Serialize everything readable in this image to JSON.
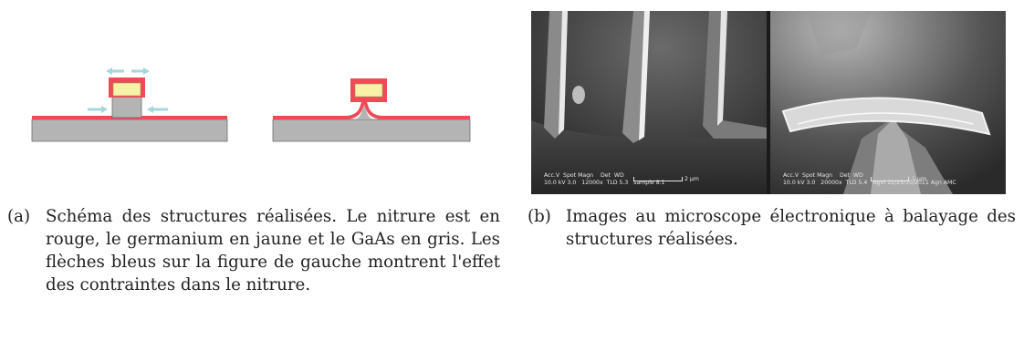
{
  "figure_a": {
    "label": "(a)",
    "caption": "Schéma des structures réalisées. Le nitrure est en rouge, le germanium en jaune et le GaAs en gris. Les flèches bleus sur la figure de gauche montrent l'effet des contraintes dans le nitrure.",
    "colors": {
      "nitride": "#f04a56",
      "germanium": "#f7f2a8",
      "gaas": "#b4b4b4",
      "arrows": "#a6d7dd"
    }
  },
  "figure_b": {
    "label": "(b)",
    "caption": "Images au microscope électronique à balayage des structures réalisées.",
    "left_image": {
      "info": "Acc.V  Spot Magn    Det  WD\n10.0 kV 3.0   12000x  TLD 5.3   sample 8.1",
      "scale": "2 µm"
    },
    "right_image": {
      "info": "Acc.V  Spot Magn    Det  WD\n10.0 kV 3.0   20000x  TLD 5.4   AgVi 22/25/10/2011 Agn AMC",
      "scale": "1 µm"
    }
  }
}
